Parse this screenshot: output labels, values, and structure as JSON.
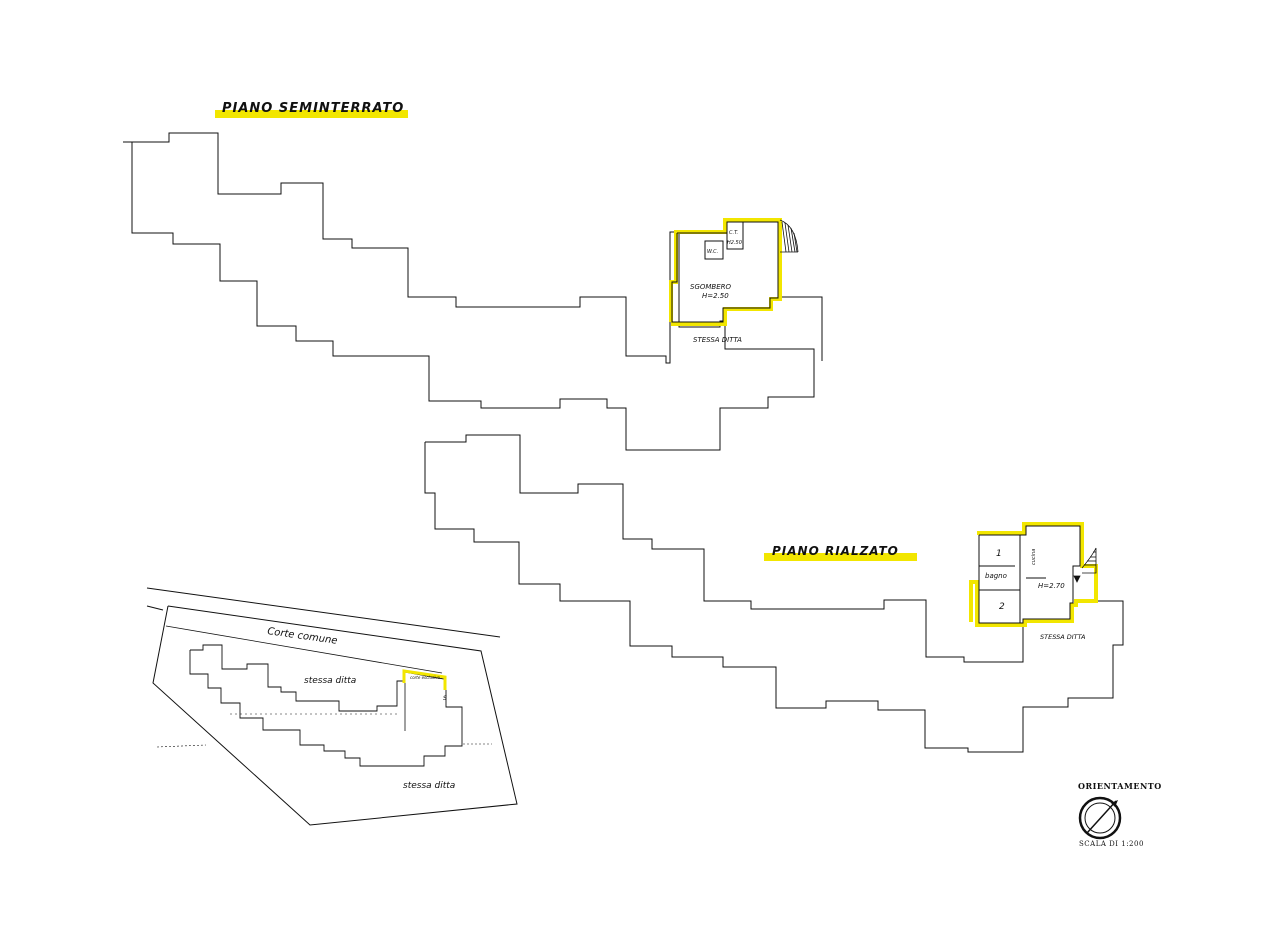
{
  "titles": {
    "semi": "PIANO SEMINTERRATO",
    "rial": "PIANO RIALZATO"
  },
  "semi_labels": {
    "sgombero": "SGOMBERO",
    "height": "H=2.50",
    "ct": "C.T.",
    "ct_h": "H2.50",
    "wc": "W.C.",
    "stessa": "STESSA DITTA"
  },
  "rial_labels": {
    "room1": "1",
    "room2": "2",
    "bagno": "bagno",
    "cucina": "cucina",
    "height": "H=2.70",
    "stessa": "STESSA DITTA"
  },
  "site": {
    "corte": "Corte comune",
    "stessa1": "stessa ditta",
    "stessa2": "stessa ditta",
    "esclusiva": "corte esclusiva",
    "s_mark": "S"
  },
  "orient": {
    "label": "ORIENTAMENTO",
    "scale": "SCALA DI 1:200"
  },
  "colors": {
    "line": "#111111",
    "highlight": "#f2e600"
  }
}
